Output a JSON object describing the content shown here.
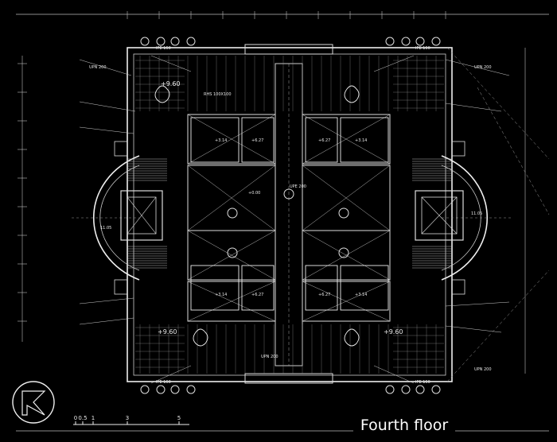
{
  "drawing": {
    "title": "Fourth floor",
    "scale_ticks": [
      "0",
      "0.5",
      "1",
      "3",
      "5"
    ],
    "elevations": {
      "top_left": "+9.60",
      "bottom_left": "+9.60",
      "bottom_right": "+9.60",
      "center": "+0.00",
      "left_apse": "11.05",
      "right_apse": "11.05"
    },
    "spot_levels": [
      "+3.14",
      "+6.27",
      "+6.27",
      "+3.14",
      "+3.14",
      "+6.27",
      "+6.27",
      "+3.14"
    ],
    "annotations": {
      "top_left_steel": "IPE 160",
      "top_right_steel": "IPE 160",
      "bottom_left_steel": "IPE 160",
      "bottom_right_steel": "IPE 160",
      "upn_tl": "UPN 200",
      "upn_tr": "UPN 200",
      "upn_bl": "UPN 200",
      "upn_br": "UPN 200",
      "rhs": "RHS 100X100",
      "upe": "UPE 200"
    }
  }
}
